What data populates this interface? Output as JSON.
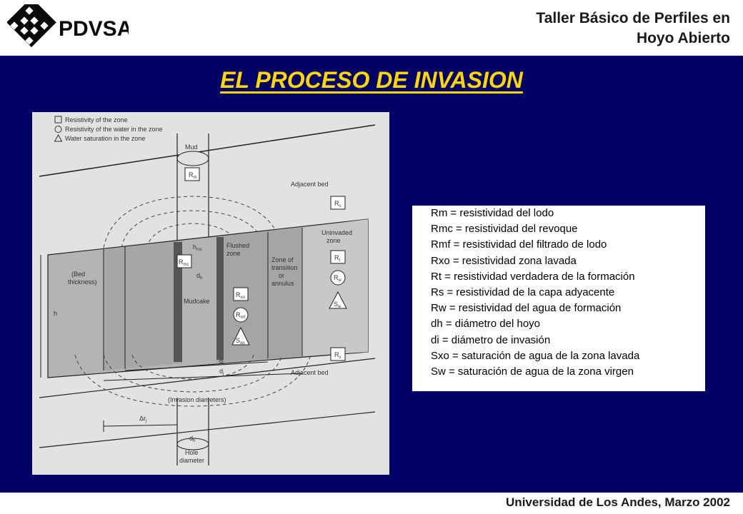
{
  "header": {
    "logo_text": "PDVSA",
    "title_line1": "Taller Básico de Perfiles en",
    "title_line2": "Hoyo Abierto"
  },
  "slide": {
    "title": "EL PROCESO DE INVASION"
  },
  "figure": {
    "legend": [
      "Resistivity of the zone",
      "Resistivity of the water in the zone",
      "Water saturation in the zone"
    ],
    "labels": {
      "mud": "Mud",
      "adjacent_bed_top": "Adjacent bed",
      "adjacent_bed_bottom": "Adjacent bed",
      "uninvaded_line1": "Uninvaded",
      "uninvaded_line2": "zone",
      "flushed_line1": "Flushed",
      "flushed_line2": "zone",
      "transition_line1": "Zone of",
      "transition_line2": "transition",
      "transition_line3": "or",
      "transition_line4": "annulus",
      "bed_line1": "(Bed",
      "bed_line2": "thickness)",
      "h": "h",
      "hmc": "h",
      "hmc_sub": "mc",
      "dh": "d",
      "dh_sub": "h",
      "mudcake": "Mudcake",
      "di": "d",
      "di_sub": "i",
      "dj": "d",
      "dj_sub": "j",
      "invasion": "(Invasion diameters)",
      "delta_r": "Δr",
      "delta_r_sub": "j",
      "dh_bottom": "d",
      "dh_bottom_sub": "h",
      "hole_line1": "Hole",
      "hole_line2": "diameter"
    },
    "symbols": {
      "rm": "R",
      "rm_sub": "m",
      "rs_top": "R",
      "rs_top_sub": "s",
      "rmc": "R",
      "rmc_sub": "mc",
      "rt": "R",
      "rt_sub": "t",
      "rw": "R",
      "rw_sub": "w",
      "sw": "S",
      "sw_sub": "w",
      "rxo": "R",
      "rxo_sub": "xo",
      "rmf": "R",
      "rmf_sub": "mf",
      "sxo": "S",
      "sxo_sub": "xo",
      "rs_bottom": "R",
      "rs_bottom_sub": "s"
    }
  },
  "definitions": [
    "Rm = resistividad del lodo",
    "Rmc = resistividad del revoque",
    "Rmf = resistividad del filtrado de lodo",
    "Rxo = resistividad zona lavada",
    "Rt = resistividad verdadera de la formación",
    "Rs = resistividad de la capa adyacente",
    "Rw = resistividad del agua de formación",
    "dh = diámetro del hoyo",
    "di = diámetro de invasión",
    "Sxo = saturación de agua de la zona lavada",
    "Sw = saturación de agua de la zona virgen"
  ],
  "footer": {
    "text": "Universidad de Los Andes, Marzo 2002"
  },
  "colors": {
    "slide_bg": "#000066",
    "title": "#ffd700"
  }
}
